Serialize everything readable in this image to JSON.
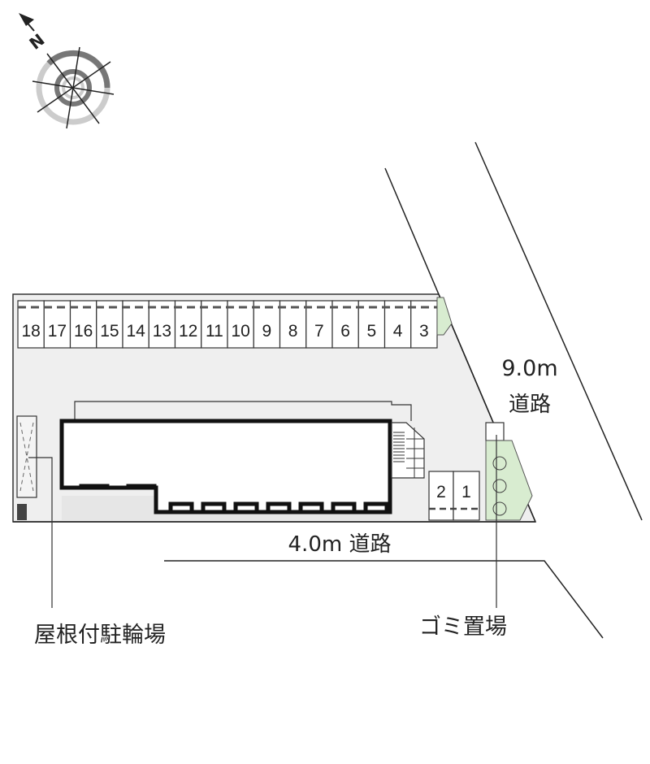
{
  "compass": {
    "north_label": "N"
  },
  "roads": {
    "main_road": {
      "width": "9.0m",
      "label": "道路"
    },
    "front_road": {
      "label": "4.0m 道路"
    }
  },
  "parking": {
    "row_spaces": [
      "18",
      "17",
      "16",
      "15",
      "14",
      "13",
      "12",
      "11",
      "10",
      "9",
      "8",
      "7",
      "6",
      "5",
      "4",
      "3"
    ],
    "side_spaces": [
      "2",
      "1"
    ]
  },
  "callouts": {
    "bicycle_parking": "屋根付駐輪場",
    "garbage_area": "ゴミ置場"
  },
  "colors": {
    "lot": "#efefef",
    "greenery": "#d8ecd0",
    "line": "#222222"
  }
}
